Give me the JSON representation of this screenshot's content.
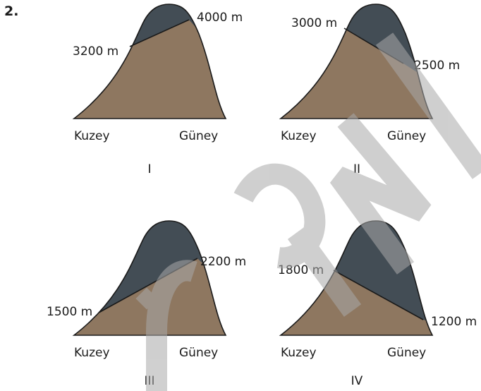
{
  "question_number": "2.",
  "colors": {
    "snow": "#434d55",
    "ground": "#8e7760",
    "outline": "#1a1a1a",
    "watermark": "#a9a9a9"
  },
  "watermark": "ÖRNEK",
  "panels": [
    {
      "id": "I",
      "roman": "I",
      "north_label": "Kuzey",
      "south_label": "Güney",
      "north_snowline": "3200 m",
      "south_snowline": "4000 m"
    },
    {
      "id": "II",
      "roman": "II",
      "north_label": "Kuzey",
      "south_label": "Güney",
      "north_snowline": "3000 m",
      "south_snowline": "2500 m"
    },
    {
      "id": "III",
      "roman": "III",
      "north_label": "Kuzey",
      "south_label": "Güney",
      "north_snowline": "1500 m",
      "south_snowline": "2200 m"
    },
    {
      "id": "IV",
      "roman": "IV",
      "north_label": "Kuzey",
      "south_label": "Güney",
      "north_snowline": "1800 m",
      "south_snowline": "1200 m"
    }
  ]
}
